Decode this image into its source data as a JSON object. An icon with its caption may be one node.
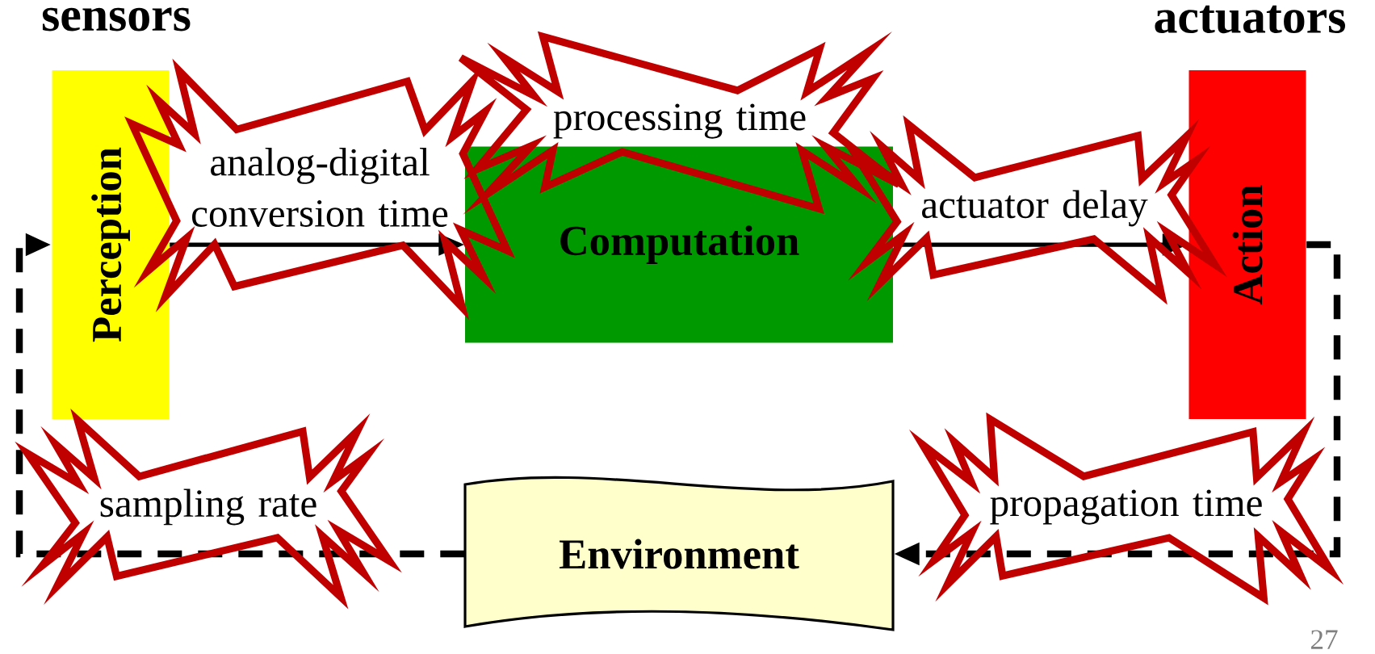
{
  "diagram": {
    "nodes": [
      {
        "text": [
          "Perception"
        ],
        "beside": [
          "sensors"
        ]
      },
      {
        "text": [
          "processing time"
        ]
      },
      {
        "text": [
          "Computation"
        ]
      },
      {
        "text": [
          "Action"
        ],
        "beside": [
          "actuators"
        ]
      },
      {
        "text": [
          "Environment"
        ]
      }
    ],
    "edges": [
      {
        "from": 0,
        "to": 2,
        "arrow": "to",
        "label": "analog-digital conversion time"
      },
      {
        "from": 2,
        "to": 3,
        "arrow": "to",
        "label": "actuator delay"
      },
      {
        "from": 3,
        "to": 4,
        "arrow": "to",
        "style": "dashed",
        "label": "propagation time"
      },
      {
        "from": 4,
        "to": 0,
        "arrow": "to",
        "style": "dashed",
        "label": "sampling rate"
      }
    ],
    "labels": [
      "27"
    ]
  }
}
